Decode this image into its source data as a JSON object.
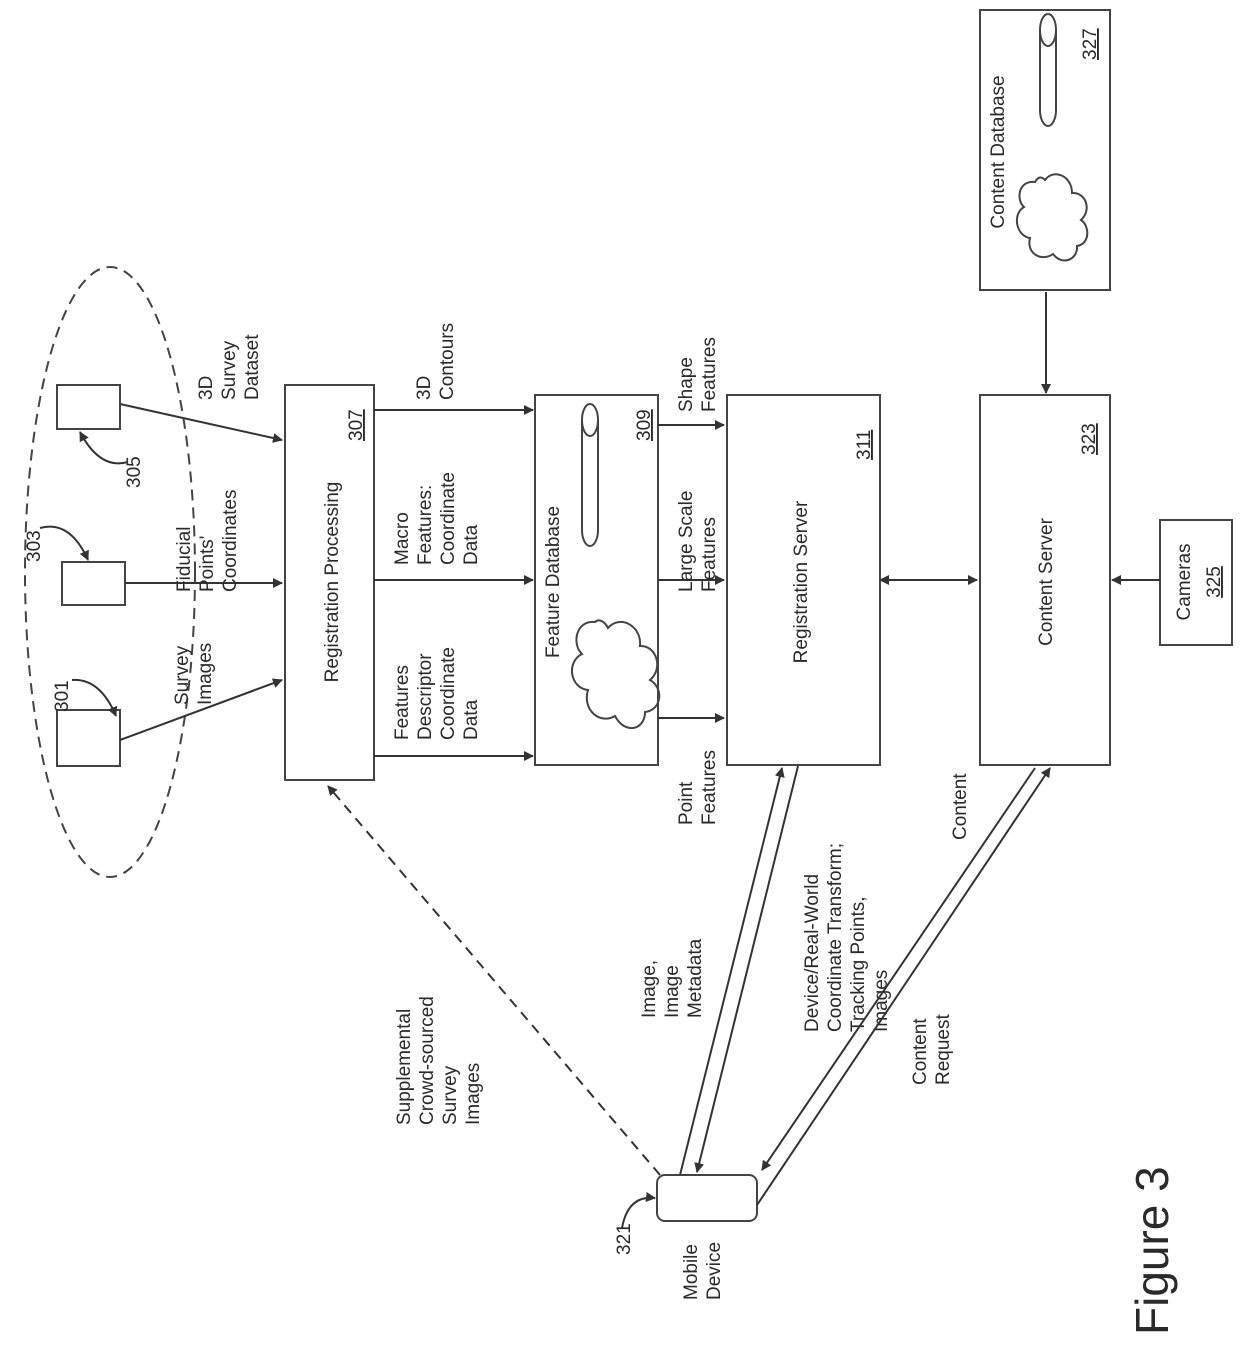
{
  "figure_label": "Figure 3",
  "nodes": {
    "survey_device_301": {
      "ref": "301"
    },
    "fiducial_device_303": {
      "ref": "303"
    },
    "dataset_device_305": {
      "ref": "305"
    },
    "registration_processing": {
      "label": "Registration Processing",
      "ref": "307"
    },
    "feature_database": {
      "label": "Feature Database",
      "ref": "309"
    },
    "registration_server": {
      "label": "Registration Server",
      "ref": "311"
    },
    "content_server": {
      "label": "Content Server",
      "ref": "323"
    },
    "content_database": {
      "label": "Content Database",
      "ref": "327"
    },
    "cameras": {
      "label": "Cameras",
      "ref": "325"
    },
    "mobile_device": {
      "label_line1": "Mobile",
      "label_line2": "Device",
      "ref": "321"
    }
  },
  "edge_labels": {
    "survey_images": [
      "Survey",
      "Images"
    ],
    "fiducial_points": [
      "Fiducial",
      "Points'",
      "Coordinates"
    ],
    "survey_dataset": [
      "3D",
      "Survey",
      "Dataset"
    ],
    "features_descriptor": [
      "Features",
      "Descriptor",
      "Coordinate",
      "Data"
    ],
    "macro_features": [
      "Macro",
      "Features:",
      "Coordinate",
      "Data"
    ],
    "contours": [
      "3D",
      "Contours"
    ],
    "point_features": [
      "Point",
      "Features"
    ],
    "large_scale_features": [
      "Large Scale",
      "Features"
    ],
    "shape_features": [
      "Shape",
      "Features"
    ],
    "supplemental": [
      "Supplemental",
      "Crowd-sourced",
      "Survey",
      "Images"
    ],
    "image_metadata": [
      "Image,",
      "Image",
      "Metadata"
    ],
    "transform": [
      "Device/Real-World",
      "Coordinate Transform;",
      "Tracking Points,",
      "Images"
    ],
    "content_request": [
      "Content",
      "Request"
    ],
    "content": [
      "Content"
    ]
  }
}
